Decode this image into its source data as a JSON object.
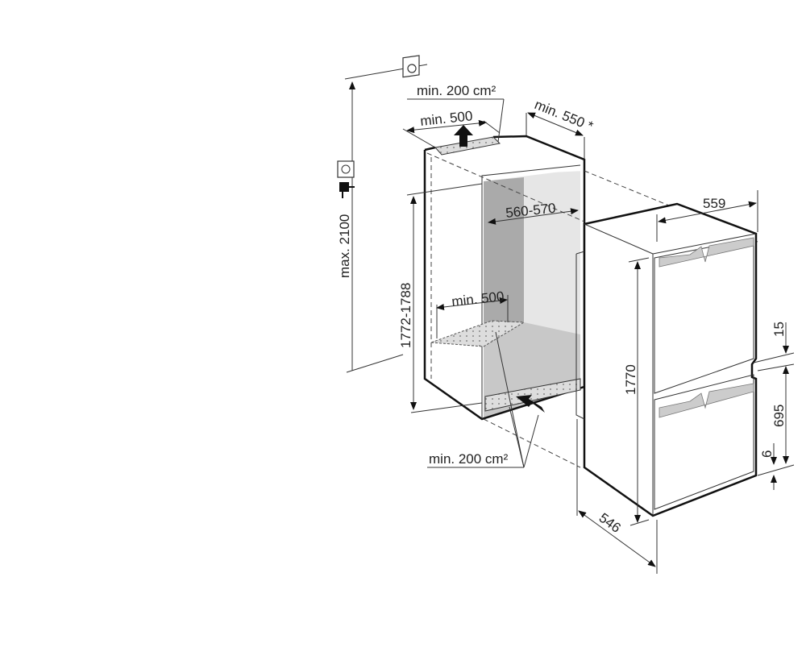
{
  "diagram": {
    "title": "Built-in fridge-freezer installation dimensions",
    "labels": {
      "vent_top_area": "min. 200 cm²",
      "vent_top_width": "min. 500",
      "niche_depth": "min. 550 *",
      "max_height": "max. 2100",
      "niche_height": "1772-1788",
      "niche_width": "560-570",
      "vent_bottom_width": "min. 500",
      "vent_bottom_area": "min. 200 cm²",
      "appliance_width": "559",
      "appliance_height": "1770",
      "appliance_depth": "546",
      "door_gap": "15",
      "lower_door_height": "695",
      "bottom_gap": "6"
    },
    "icons": [
      "ceiling-socket-icon",
      "wall-socket-icon",
      "power-plug-icon",
      "airflow-arrow-icon"
    ]
  }
}
